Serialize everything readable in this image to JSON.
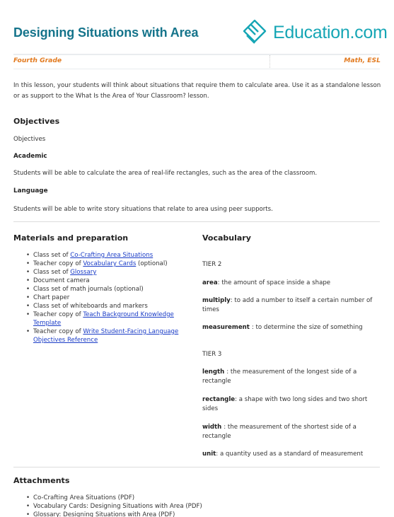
{
  "header": {
    "title": "Designing Situations with Area",
    "logo_text": "Education.com",
    "grade": "Fourth Grade",
    "subject": "Math, ESL"
  },
  "intro": "In this lesson, your students will think about situations that require them to calculate area. Use it as a standalone lesson or as support to the What Is the Area of Your Classroom? lesson.",
  "objectives": {
    "heading": "Objectives",
    "text": "Objectives",
    "academic_heading": "Academic",
    "academic_text": "Students will be able to calculate the area of real-life rectangles, such as the area of the classroom.",
    "language_heading": "Language",
    "language_text": "Students will be able to write story situations that relate to area using peer supports."
  },
  "materials": {
    "heading": "Materials and preparation",
    "items": [
      {
        "pre": "Class set of ",
        "link": "Co-Crafting Area Situations",
        "post": ""
      },
      {
        "pre": "Teacher copy of ",
        "link": "Vocabulary Cards",
        "post": " (optional)"
      },
      {
        "pre": "Class set of ",
        "link": "Glossary",
        "post": ""
      },
      {
        "pre": "Document camera",
        "link": "",
        "post": ""
      },
      {
        "pre": "Class set of math journals (optional)",
        "link": "",
        "post": ""
      },
      {
        "pre": "Chart paper",
        "link": "",
        "post": ""
      },
      {
        "pre": "Class set of whiteboards and markers",
        "link": "",
        "post": ""
      },
      {
        "pre": "Teacher copy of ",
        "link": "Teach Background Knowledge",
        "link2": "Template",
        "post": ""
      },
      {
        "pre": "Teacher copy of ",
        "link": "Write Student-Facing Language",
        "link2": "Objectives Reference",
        "post": ""
      }
    ]
  },
  "vocabulary": {
    "heading": "Vocabulary",
    "tier2_label": "TIER 2",
    "tier3_label": "TIER 3",
    "tier2": [
      {
        "term": "area",
        "sep": ": ",
        "def": "the amount of space inside a shape"
      },
      {
        "term": "multiply",
        "sep": ": ",
        "def": "to add a number to itself a certain number of times"
      },
      {
        "term": "measurement ",
        "sep": ": ",
        "def": "to determine the size of something"
      }
    ],
    "tier3": [
      {
        "term": "length ",
        "sep": ": ",
        "def": "the measurement of the longest side of a rectangle"
      },
      {
        "term": "rectangle",
        "sep": ": ",
        "def": "a shape with two long sides and two short sides"
      },
      {
        "term": "width ",
        "sep": ": ",
        "def": "the measurement of the shortest side of a rectangle"
      },
      {
        "term": "unit",
        "sep": ": ",
        "def": "a quantity used as a standard of measurement"
      }
    ]
  },
  "attachments": {
    "heading": "Attachments",
    "items": [
      "Co-Crafting Area Situations (PDF)",
      "Vocabulary Cards: Designing Situations with Area (PDF)",
      "Glossary: Designing Situations with Area (PDF)"
    ]
  },
  "colors": {
    "title": "#15748b",
    "logo": "#16a6b5",
    "accent": "#e27a1f",
    "link": "#1a3cc7"
  }
}
